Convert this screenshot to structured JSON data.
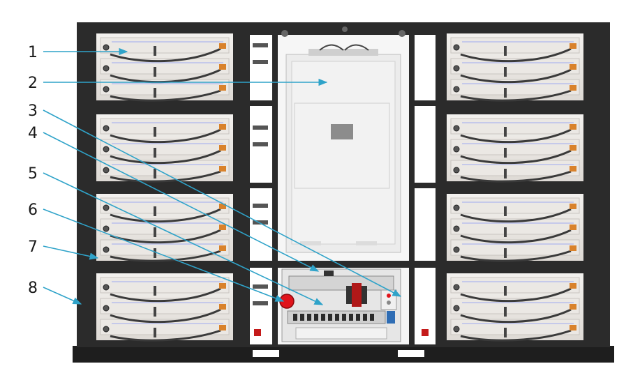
{
  "figure": {
    "description_visible_text_only": true
  },
  "callouts": [
    {
      "number": "1"
    },
    {
      "number": "2"
    },
    {
      "number": "3"
    },
    {
      "number": "4"
    },
    {
      "number": "5"
    },
    {
      "number": "6"
    },
    {
      "number": "7"
    },
    {
      "number": "8"
    }
  ],
  "colors": {
    "frame": "#2b2b2b",
    "frame_dark": "#1e1e1e",
    "module_bg": "#e9e6e2",
    "module_panel": "#f4f2ef",
    "cable": "#3a3a3a",
    "connector_orange": "#d9822b",
    "leader_line": "#2fa3c9",
    "inverter_body": "#ececec",
    "inverter_panel": "#8c8c8c",
    "estop_red": "#e0141b",
    "breaker_blue": "#2f6db4",
    "callout_text": "#1a1a1a"
  },
  "icons": {
    "arrow": "leader-arrow-icon",
    "emergency_stop": "emergency-stop-icon"
  }
}
